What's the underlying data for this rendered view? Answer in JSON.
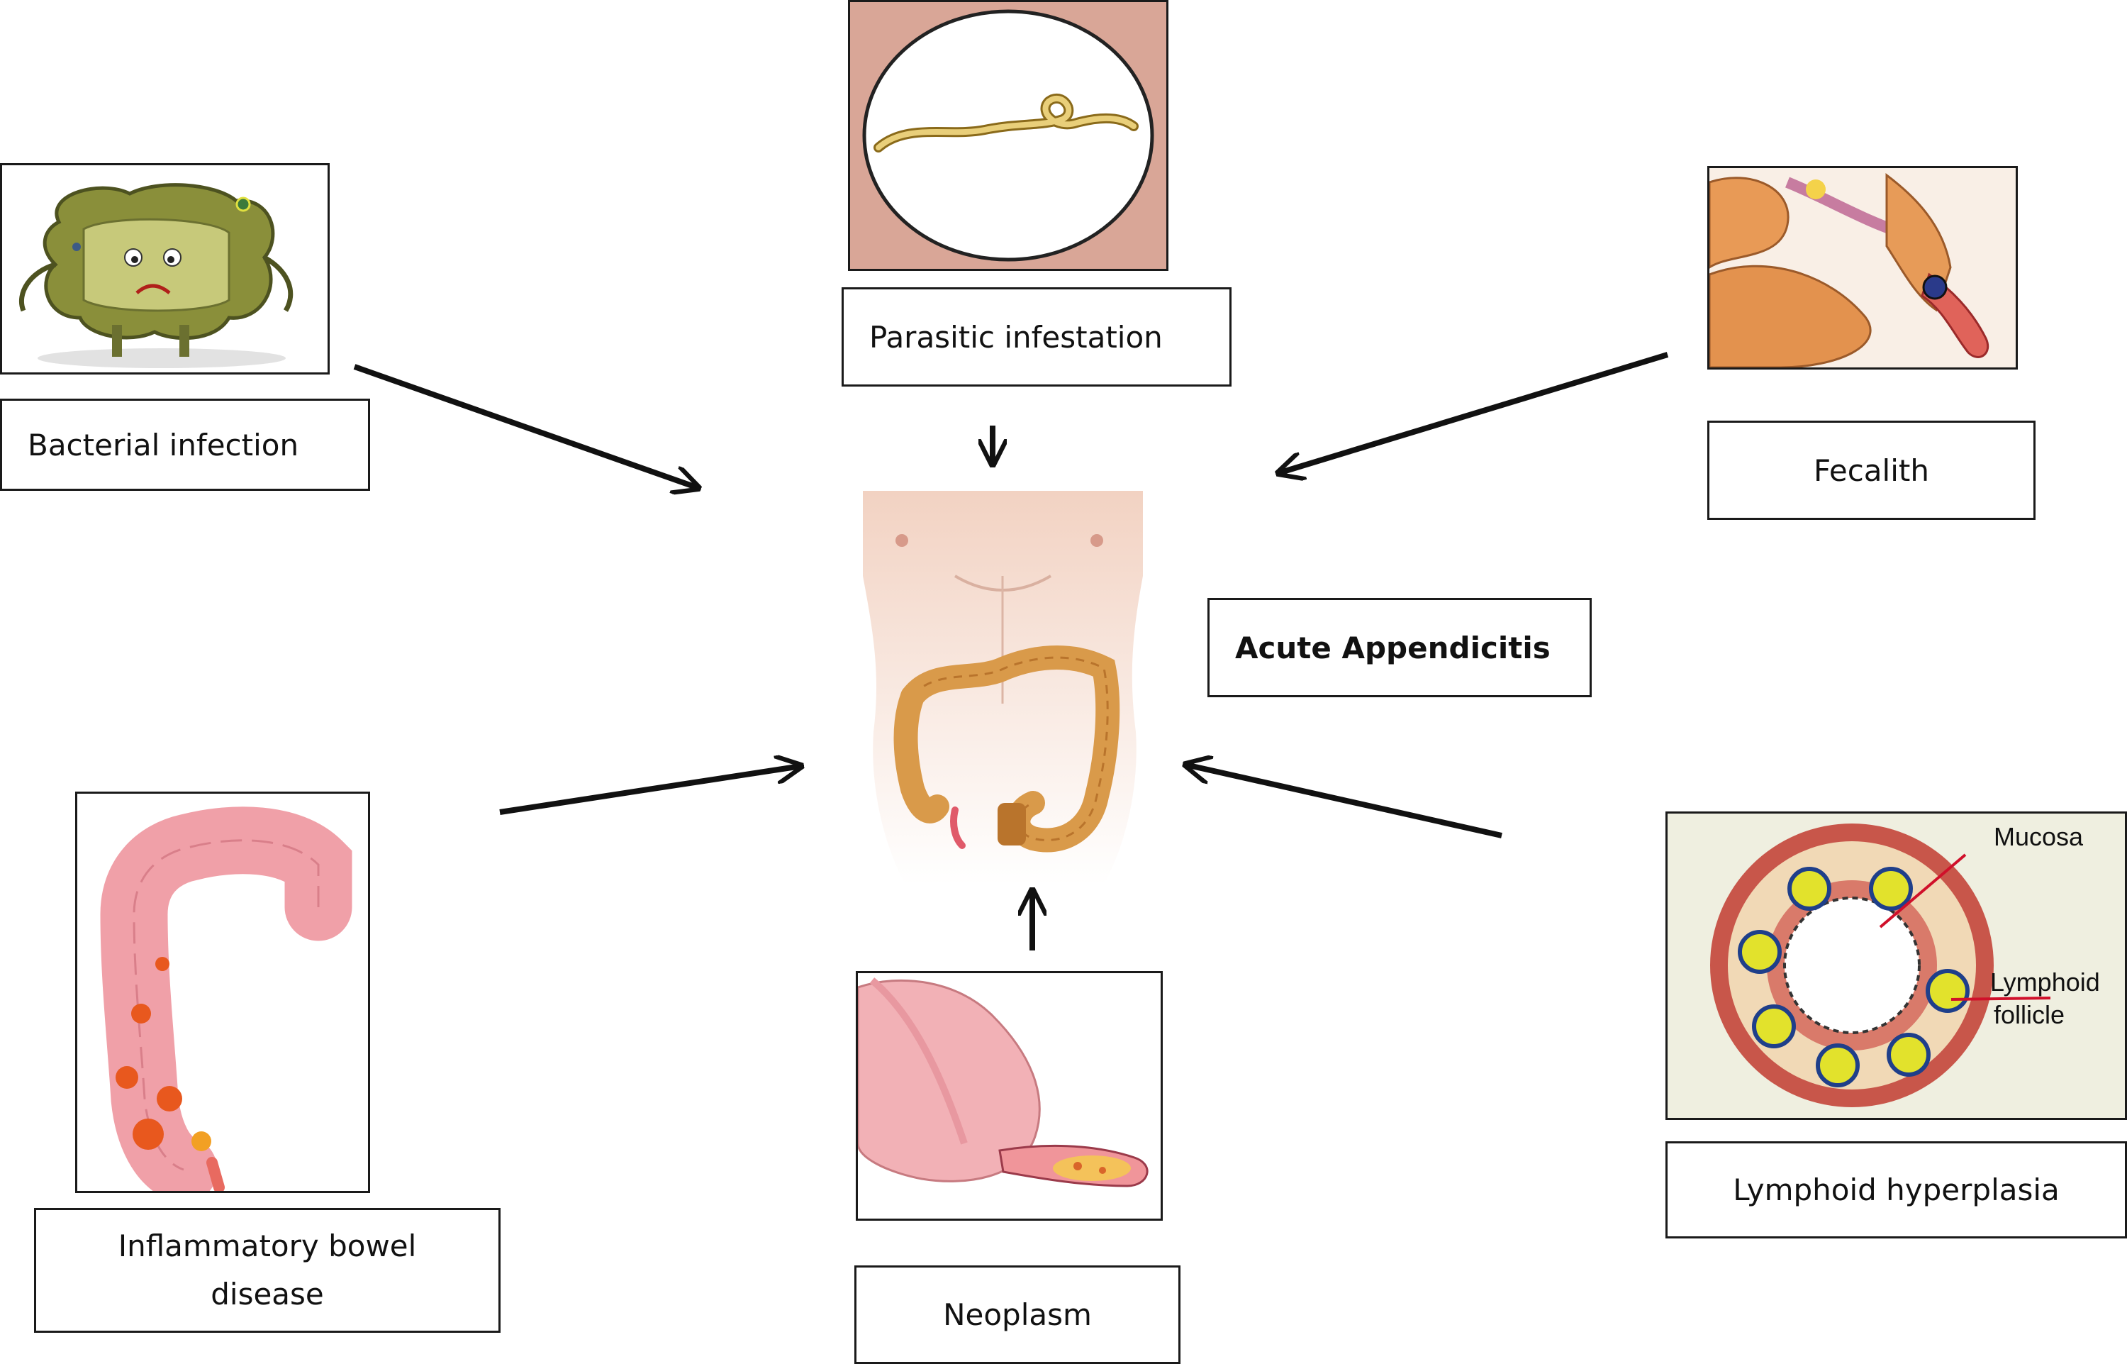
{
  "causes": {
    "bacterial": "Bacterial infection",
    "parasitic": "Parasitic infestation",
    "fecalith": "Fecalith",
    "ibd_line1": "Inflammatory bowel",
    "ibd_line2": "disease",
    "neoplasm": "Neoplasm",
    "lymphoid": "Lymphoid hyperplasia"
  },
  "outcome": "Acute Appendicitis",
  "lymphoid_diagram": {
    "mucosa": "Mucosa",
    "follicle_line1": "Lymphoid",
    "follicle_line2": "follicle"
  },
  "colors": {
    "arrow": "#111111",
    "skin": "#f2d2c2",
    "colon": "#d99a4a",
    "bowel_pink": "#f0a0a8",
    "inflamed": "#e8581e",
    "microbe": "#8a8f3a",
    "lymph_ring": "#c8564a",
    "follicle": "#e2e22c",
    "parasite_bg": "#d9a697"
  }
}
